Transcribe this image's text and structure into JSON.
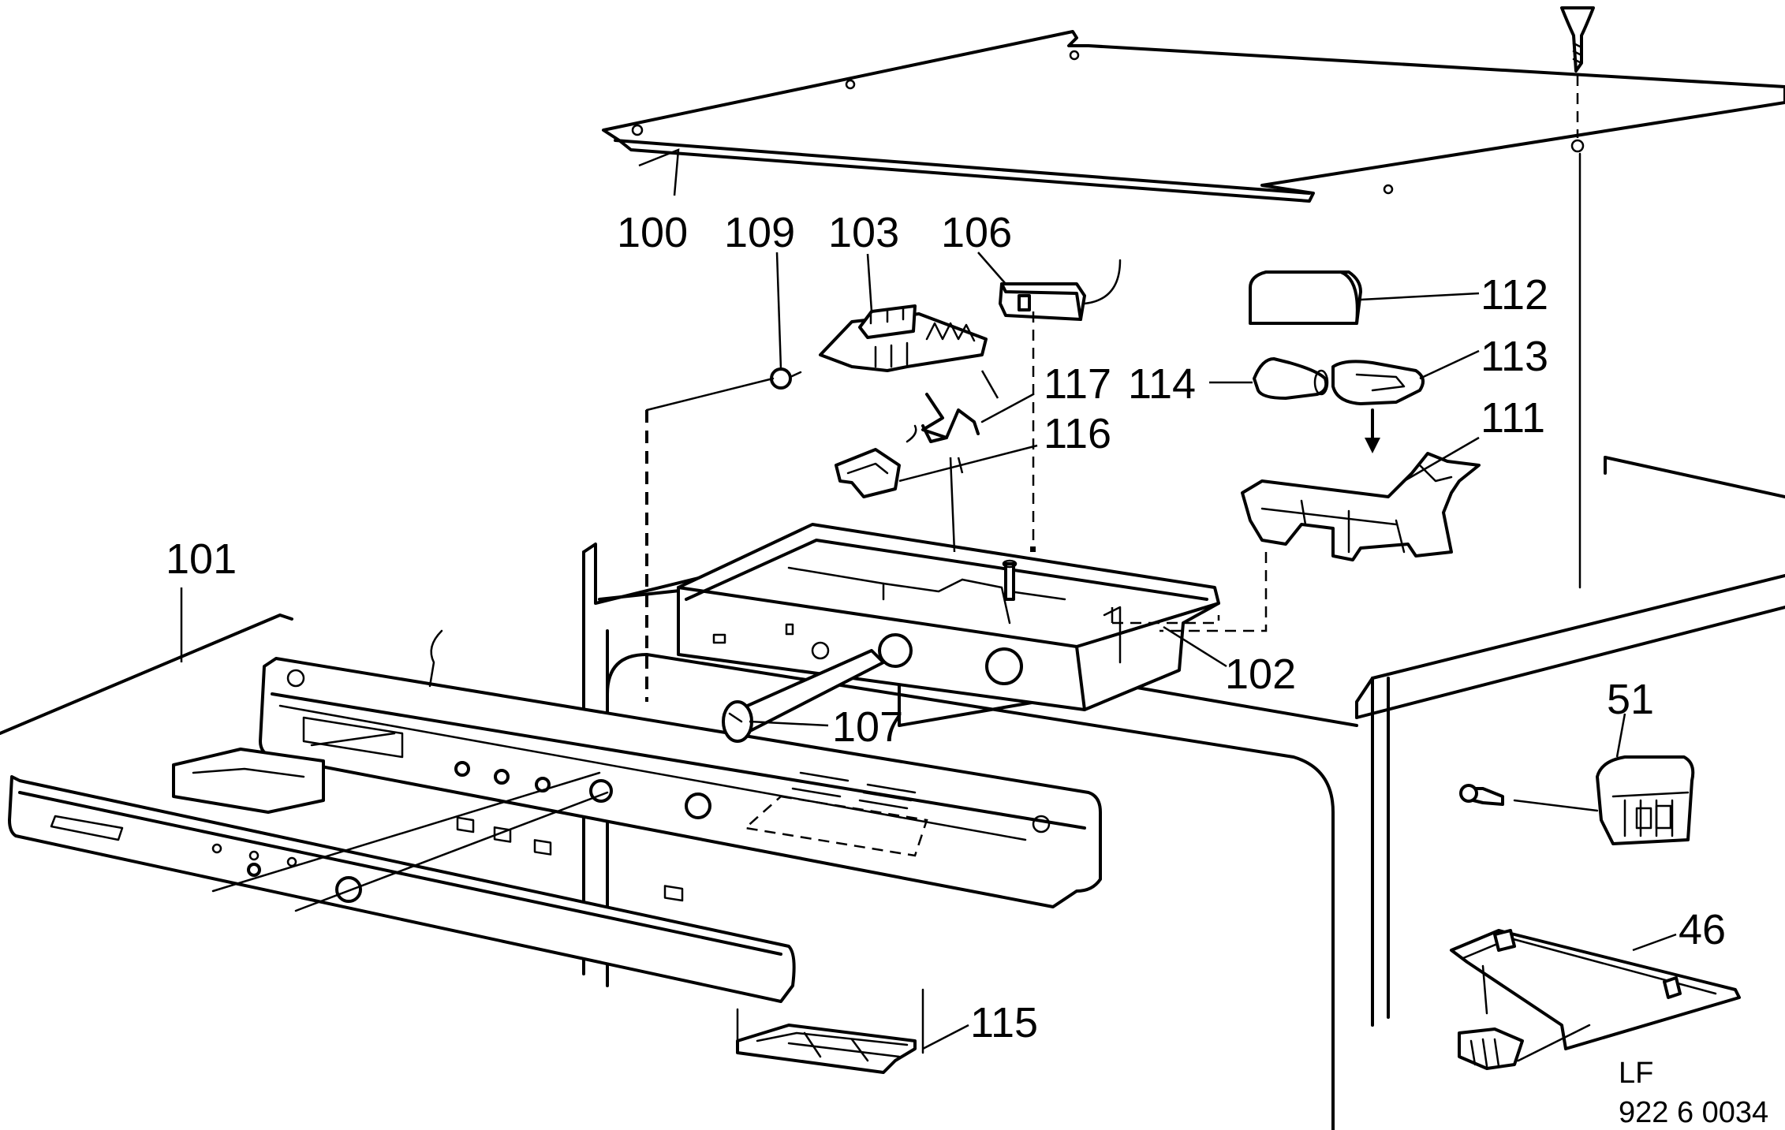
{
  "callouts": {
    "p100": "100",
    "p109": "109",
    "p103": "103",
    "p106": "106",
    "p112": "112",
    "p117": "117",
    "p114": "114",
    "p113": "113",
    "p116": "116",
    "p111": "111",
    "p101": "101",
    "p102": "102",
    "p107": "107",
    "p51": "51",
    "p46": "46",
    "p115": "115"
  },
  "doc_ref": {
    "line1": "LF",
    "line2": "922 6 0034"
  }
}
